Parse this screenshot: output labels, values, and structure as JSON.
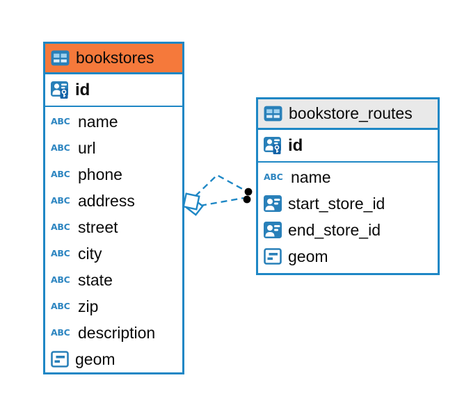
{
  "app": {
    "view": "entity-relationship-diagram",
    "background": "#FFFFFF"
  },
  "colors": {
    "accent_blue": "#1E87C5",
    "icon_blue": "#2980B9",
    "orange_header": "#F5793B",
    "gray_header": "#E9E9E9",
    "text": "#0A0A0A",
    "connector_dot": "#000000"
  },
  "icons": {
    "table_icon": "table-grid",
    "text_type_label": "ABC",
    "primary_key_icon": "person-with-key",
    "foreign_key_icon": "person-card",
    "geometry_icon": "rect-with-lines"
  },
  "tables": [
    {
      "name": "bookstores",
      "header_color": "#F5793B",
      "primary_key": {
        "name": "id",
        "type": "primary-key"
      },
      "columns": [
        {
          "name": "name",
          "type": "text"
        },
        {
          "name": "url",
          "type": "text"
        },
        {
          "name": "phone",
          "type": "text"
        },
        {
          "name": "address",
          "type": "text"
        },
        {
          "name": "street",
          "type": "text"
        },
        {
          "name": "city",
          "type": "text"
        },
        {
          "name": "state",
          "type": "text"
        },
        {
          "name": "zip",
          "type": "text"
        },
        {
          "name": "description",
          "type": "text"
        },
        {
          "name": "geom",
          "type": "geometry"
        }
      ]
    },
    {
      "name": "bookstore_routes",
      "header_color": "#E9E9E9",
      "primary_key": {
        "name": "id",
        "type": "primary-key"
      },
      "columns": [
        {
          "name": "name",
          "type": "text"
        },
        {
          "name": "start_store_id",
          "type": "foreign-key"
        },
        {
          "name": "end_store_id",
          "type": "foreign-key"
        },
        {
          "name": "geom",
          "type": "geometry"
        }
      ]
    }
  ],
  "relationship": {
    "from_table": "bookstores",
    "to_table": "bookstore_routes",
    "connections": 2,
    "line_style": "dashed",
    "line_color": "#1E87C5",
    "source_marker": "diamond",
    "target_marker": "filled-dot"
  }
}
